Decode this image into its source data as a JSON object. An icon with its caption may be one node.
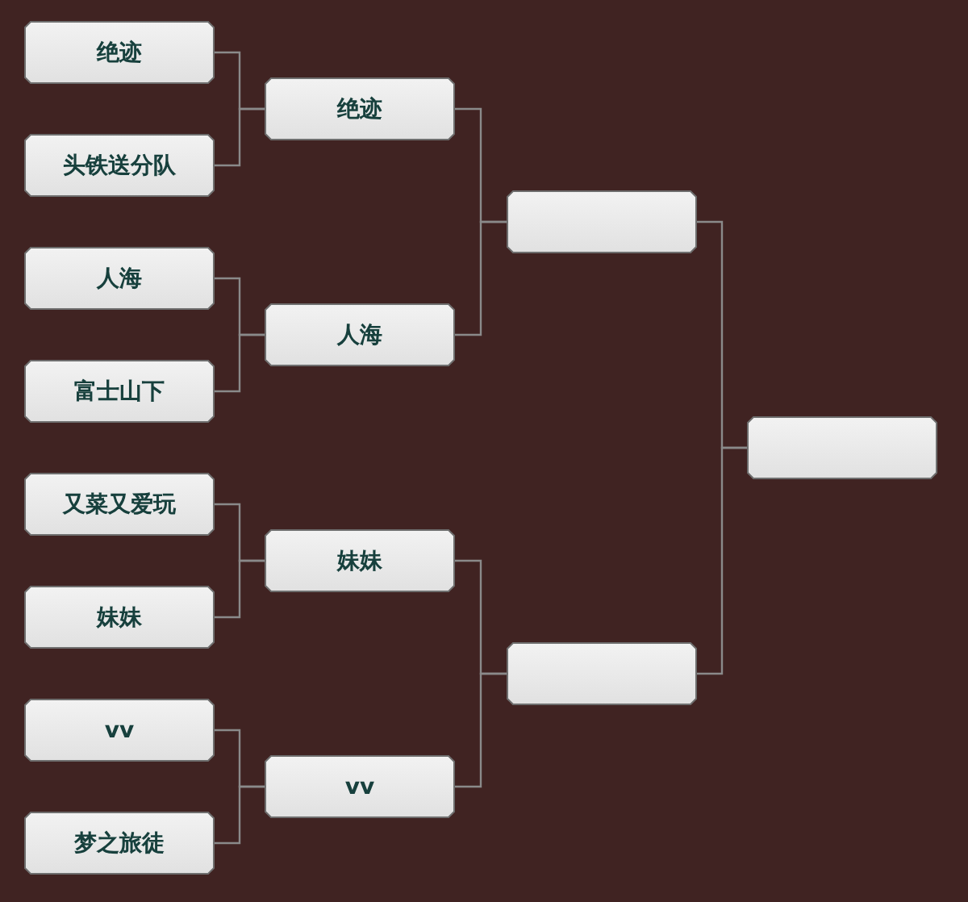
{
  "diagram": {
    "nodes": [
      {
        "text": [
          "绝迹"
        ]
      },
      {
        "text": [
          "头铁送分队"
        ]
      },
      {
        "text": [
          "人海"
        ]
      },
      {
        "text": [
          "富士山下"
        ]
      },
      {
        "text": [
          "又菜又爱玩"
        ]
      },
      {
        "text": [
          "妹妹"
        ]
      },
      {
        "text": [
          "vv"
        ]
      },
      {
        "text": [
          "梦之旅徒"
        ]
      },
      {
        "text": [
          "绝迹"
        ]
      },
      {
        "text": [
          "人海"
        ]
      },
      {
        "text": [
          "妹妹"
        ]
      },
      {
        "text": [
          "vv"
        ]
      },
      {
        "text": [],
        "shape": "box"
      },
      {
        "text": [],
        "shape": "box"
      },
      {
        "text": [],
        "shape": "box"
      }
    ],
    "edges": [
      {
        "from": 0,
        "to": 8,
        "arrow": "none"
      },
      {
        "from": 1,
        "to": 8,
        "arrow": "none"
      },
      {
        "from": 2,
        "to": 9,
        "arrow": "none"
      },
      {
        "from": 3,
        "to": 9,
        "arrow": "none"
      },
      {
        "from": 4,
        "to": 10,
        "arrow": "none"
      },
      {
        "from": 5,
        "to": 10,
        "arrow": "none"
      },
      {
        "from": 6,
        "to": 11,
        "arrow": "none"
      },
      {
        "from": 7,
        "to": 11,
        "arrow": "none"
      },
      {
        "from": 8,
        "to": 12,
        "arrow": "none"
      },
      {
        "from": 9,
        "to": 12,
        "arrow": "none"
      },
      {
        "from": 10,
        "to": 13,
        "arrow": "none"
      },
      {
        "from": 11,
        "to": 13,
        "arrow": "none"
      },
      {
        "from": 12,
        "to": 14,
        "arrow": "none"
      },
      {
        "from": 13,
        "to": 14,
        "arrow": "none"
      }
    ]
  }
}
